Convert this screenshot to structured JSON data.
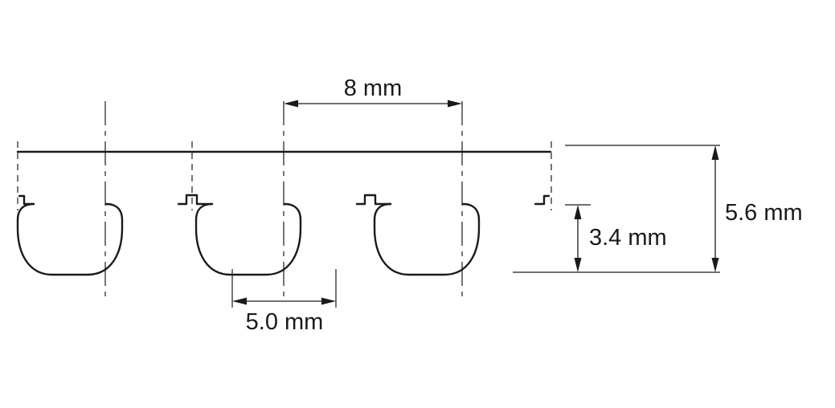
{
  "dimensions": {
    "pitch": "8 mm",
    "tooth_width": "5.0 mm",
    "tooth_height": "3.4 mm",
    "total_height": "5.6 mm"
  }
}
